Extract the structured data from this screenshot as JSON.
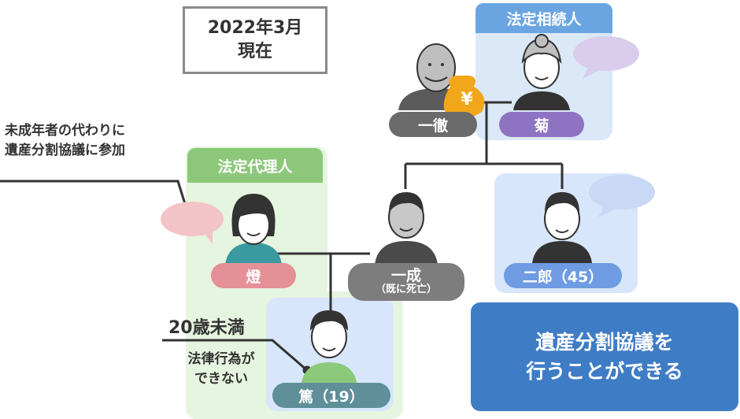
{
  "date_box": {
    "line1": "2022年3月",
    "line2": "現在"
  },
  "heirs_label": "法定相続人",
  "agent_label": "法定代理人",
  "callout_agent": {
    "line1": "未成年者の代わりに",
    "line2": "遺産分割協議に参加"
  },
  "callout_minor": {
    "title": "20歳未満",
    "line1": "法律行為が",
    "line2": "できない"
  },
  "people": {
    "ittetsu": {
      "name": "一徹"
    },
    "kiku": {
      "name": "菊"
    },
    "akari": {
      "name": "燈"
    },
    "kazunari": {
      "name": "一成",
      "note": "（既に死亡）"
    },
    "jiro": {
      "name": "二郎（45）"
    },
    "atsushi": {
      "name": "篤（19）"
    }
  },
  "yen_symbol": "¥",
  "result": {
    "line1": "遺産分割協議を",
    "line2": "行うことができる"
  },
  "colors": {
    "heirs_header": "#6aa5e2",
    "agent_header": "#8dc87a",
    "pill_gray": "#6b6b6b",
    "pill_purple": "#8f73c3",
    "pill_pink": "#e58f97",
    "pill_blue": "#6e9be2",
    "pill_teal": "#5f8f98",
    "result_bg": "#3f7cc6"
  }
}
